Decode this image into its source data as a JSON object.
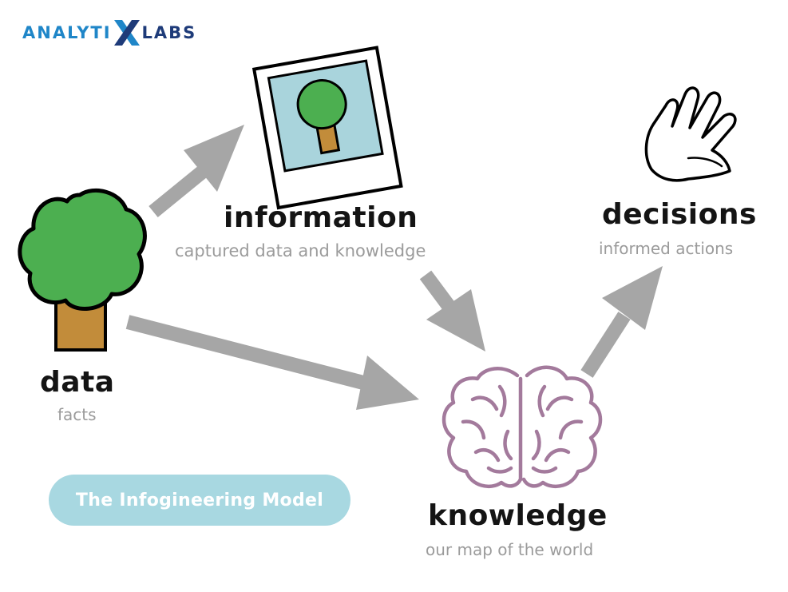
{
  "brand": {
    "logo_left": "ANALYTI",
    "logo_right": "LABS",
    "colors": {
      "primary": "#1f86c8",
      "dark": "#1e3b79"
    }
  },
  "nodes": {
    "data": {
      "title": "data",
      "subtitle": "facts",
      "icon": "tree-icon"
    },
    "information": {
      "title": "information",
      "subtitle": "captured data and knowledge",
      "icon": "polaroid-photo-icon"
    },
    "knowledge": {
      "title": "knowledge",
      "subtitle": "our map of the world",
      "icon": "brain-icon"
    },
    "decisions": {
      "title": "decisions",
      "subtitle": "informed actions",
      "icon": "hand-icon"
    }
  },
  "edges": [
    {
      "from": "data",
      "to": "information"
    },
    {
      "from": "data",
      "to": "knowledge"
    },
    {
      "from": "information",
      "to": "knowledge"
    },
    {
      "from": "knowledge",
      "to": "decisions"
    }
  ],
  "model_label": "The Infogineering Model",
  "colors": {
    "arrow": "#a6a6a6",
    "tree_foliage": "#4caf50",
    "tree_trunk": "#c28c3a",
    "outline": "#000000",
    "photo_sky": "#a9d4dc",
    "brain": "#a37a9c",
    "pill": "#a8d8e1",
    "title_text": "#141414",
    "subtitle_text": "#9b9b9b"
  }
}
